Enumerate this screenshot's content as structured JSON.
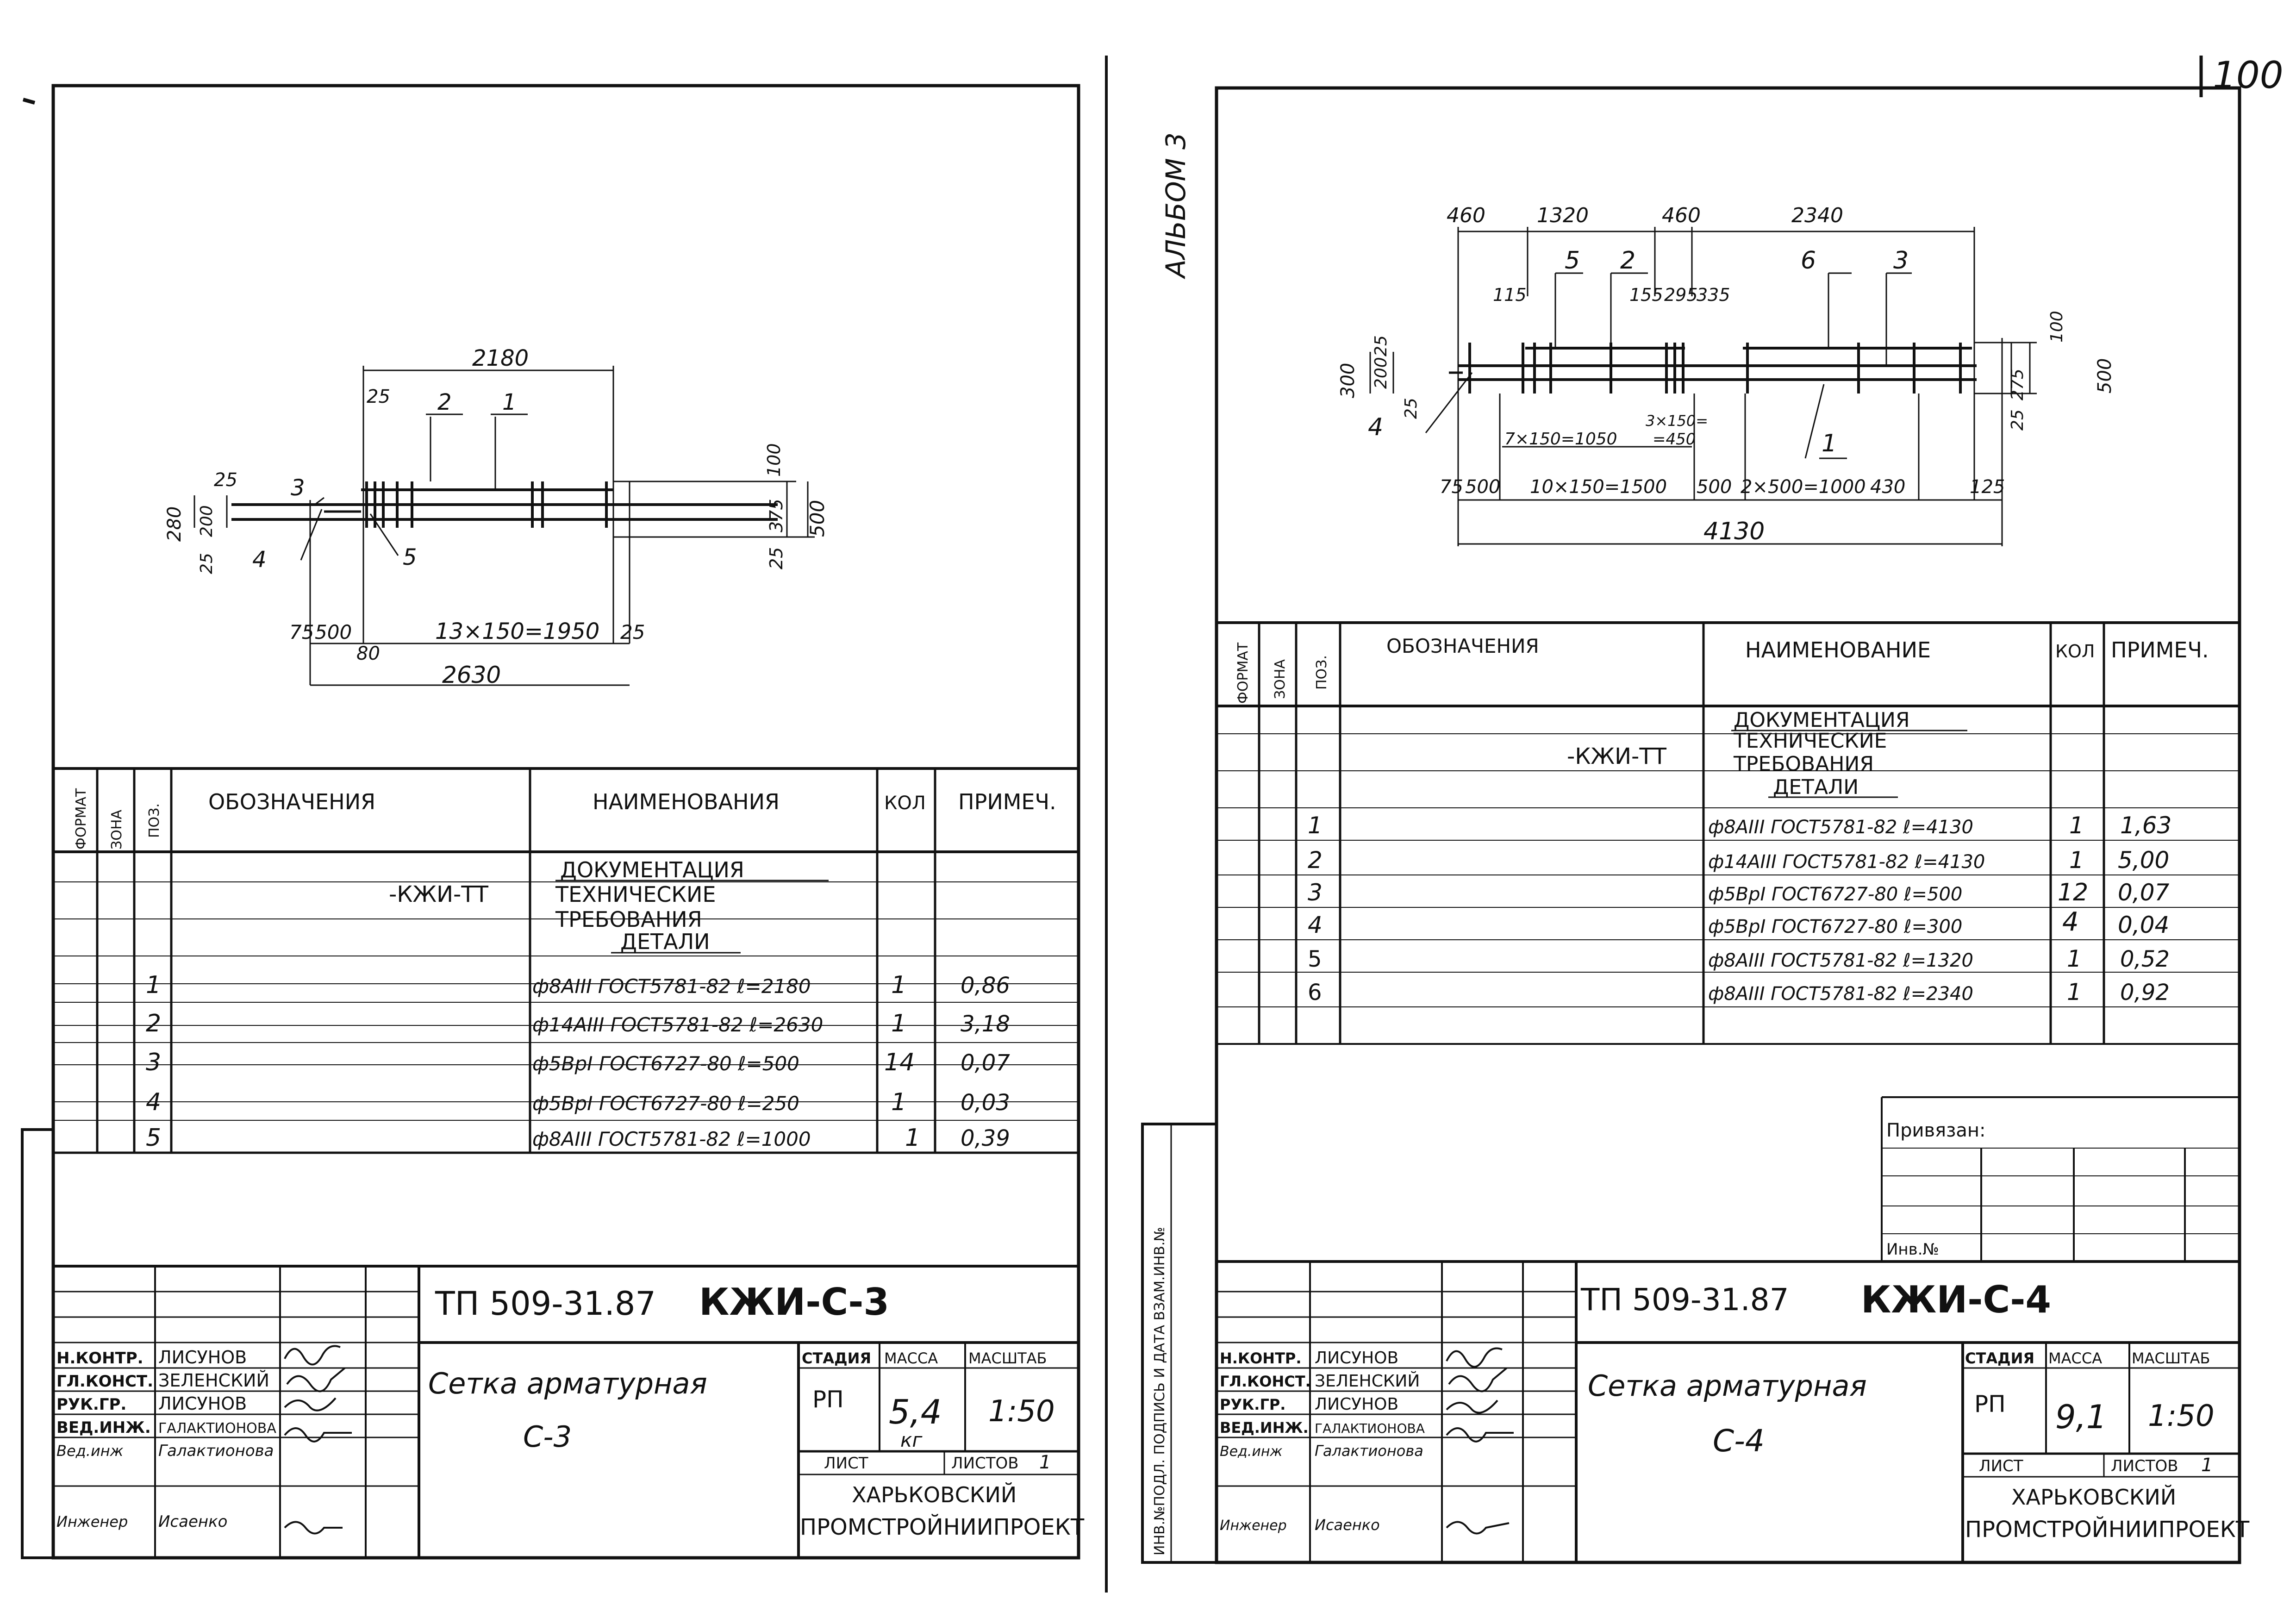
{
  "page_number": "100",
  "side_label": "АЛЬБОМ 3",
  "side_stamp": "ИНВ.№ПОДЛ. ПОДПИСЬ И ДАТА ВЗАМ.ИНВ.№",
  "spec_headers": {
    "format": "ФОРМАТ",
    "zone": "ЗОНА",
    "pos": "ПОЗ.",
    "designation_left": "ОБОЗНАЧЕНИЯ",
    "designation_right": "ОБОЗНАЧЕНИЯ",
    "name_left": "НАИМЕНОВАНИЯ",
    "name_right": "НАИМЕНОВАНИЕ",
    "qty": "КОЛ",
    "note": "ПРИМЕЧ."
  },
  "doc_section": {
    "documentation": "ДОКУМЕНТАЦИЯ",
    "designation": "-КЖИ-ТТ",
    "tech1": "ТЕХНИЧЕСКИЕ",
    "tech2": "ТРЕБОВАНИЯ",
    "details": "ДЕТАЛИ"
  },
  "sheet_left": {
    "dims": {
      "top": "2180",
      "d25a": "25",
      "d25b": "25",
      "d25c": "25",
      "h280": "280",
      "h200": "200",
      "h25": "25",
      "r100": "100",
      "r375": "375",
      "r25": "25",
      "r500": "500",
      "b75": "75",
      "b500": "500",
      "b80": "80",
      "b13": "13×150=1950",
      "b25": "25",
      "total": "2630"
    },
    "callouts": {
      "p1": "1",
      "p2": "2",
      "p3": "3",
      "p4": "4",
      "p5": "5"
    },
    "rows": [
      {
        "pos": "1",
        "name": "ф8АIII ГОСТ5781-82  ℓ=2180",
        "qty": "1",
        "note": "0,86"
      },
      {
        "pos": "2",
        "name": "ф14АIII ГОСТ5781-82  ℓ=2630",
        "qty": "1",
        "note": "3,18"
      },
      {
        "pos": "3",
        "name": "ф5ВрI ГОСТ6727-80  ℓ=500",
        "qty": "14",
        "note": "0,07"
      },
      {
        "pos": "4",
        "name": "ф5ВрI ГОСТ6727-80  ℓ=250",
        "qty": "1",
        "note": "0,03"
      },
      {
        "pos": "5",
        "name": "ф8АIII ГОСТ5781-82  ℓ=1000",
        "qty": "1",
        "note": "0,39"
      }
    ],
    "title_block": {
      "code": "ТП 509-31.87",
      "sheet_mark": "КЖИ-С-3",
      "name1": "Сетка арматурная",
      "name2": "С-3",
      "stage_label": "СТАДИЯ",
      "mass_label": "МАССА",
      "scale_label": "МАСШТАБ",
      "stage": "РП",
      "mass": "5,4",
      "mass_unit": "кг",
      "scale": "1:50",
      "sheet_label": "ЛИСТ",
      "sheets_label": "ЛИСТОВ",
      "sheets_count": "1",
      "org1": "ХАРЬКОВСКИЙ",
      "org2": "ПРОМСТРОЙНИИПРОЕКТ",
      "roles": [
        {
          "role": "Н.КОНТР.",
          "name": "ЛИСУНОВ"
        },
        {
          "role": "ГЛ.КОНСТ.",
          "name": "ЗЕЛЕНСКИЙ"
        },
        {
          "role": "РУК.ГР.",
          "name": "ЛИСУНОВ"
        },
        {
          "role": "ВЕД.ИНЖ.",
          "name": "ГАЛАКТИОНОВА"
        },
        {
          "role": "Вед.инж",
          "name": "Галактионова"
        },
        {
          "role": "Инженер",
          "name": "Исаенко"
        }
      ]
    }
  },
  "sheet_right": {
    "dims": {
      "t460a": "460",
      "t1320": "1320",
      "t460b": "460",
      "t2340": "2340",
      "s115": "115",
      "s155": "155",
      "s295": "295",
      "s335": "335",
      "h300": "300",
      "h25a": "25",
      "h200": "200",
      "h25b": "25",
      "r100": "100",
      "r275": "275",
      "r25": "25",
      "r500": "500",
      "m7": "7×150=1050",
      "m3": "3×150=",
      "m450": "=450",
      "b75": "75",
      "b500": "500",
      "b10": "10×150=1500",
      "b500b": "500",
      "b2": "2×500=1000",
      "b430": "430",
      "b125": "125",
      "total": "4130"
    },
    "callouts": {
      "p1": "1",
      "p2": "2",
      "p3": "3",
      "p4": "4",
      "p5": "5",
      "p6": "6"
    },
    "rows": [
      {
        "pos": "1",
        "name": "ф8АIII ГОСТ5781-82  ℓ=4130",
        "qty": "1",
        "note": "1,63"
      },
      {
        "pos": "2",
        "name": "ф14АIII ГОСТ5781-82  ℓ=4130",
        "qty": "1",
        "note": "5,00"
      },
      {
        "pos": "3",
        "name": "ф5ВрI ГОСТ6727-80  ℓ=500",
        "qty": "12",
        "note": "0,07"
      },
      {
        "pos": "4",
        "name": "ф5ВрI ГОСТ6727-80  ℓ=300",
        "qty": "4",
        "note": "0,04"
      },
      {
        "pos": "5",
        "name": "ф8АIII ГОСТ5781-82  ℓ=1320",
        "qty": "1",
        "note": "0,52"
      },
      {
        "pos": "6",
        "name": "ф8АIII ГОСТ5781-82  ℓ=2340",
        "qty": "1",
        "note": "0,92"
      }
    ],
    "privyazan": "Привязан:",
    "inv_no": "Инв.№",
    "title_block": {
      "code": "ТП 509-31.87",
      "sheet_mark": "КЖИ-С-4",
      "name1": "Сетка арматурная",
      "name2": "С-4",
      "stage_label": "СТАДИЯ",
      "mass_label": "МАССА",
      "scale_label": "МАСШТАБ",
      "stage": "РП",
      "mass": "9,1",
      "scale": "1:50",
      "sheet_label": "ЛИСТ",
      "sheets_label": "ЛИСТОВ",
      "sheets_count": "1",
      "org1": "ХАРЬКОВСКИЙ",
      "org2": "ПРОМСТРОЙНИИПРОЕКТ",
      "roles": [
        {
          "role": "Н.КОНТР.",
          "name": "ЛИСУНОВ"
        },
        {
          "role": "ГЛ.КОНСТ.",
          "name": "ЗЕЛЕНСКИЙ"
        },
        {
          "role": "РУК.ГР.",
          "name": "ЛИСУНОВ"
        },
        {
          "role": "ВЕД.ИНЖ.",
          "name": "ГАЛАКТИОНОВА"
        },
        {
          "role": "Вед.инж",
          "name": "Галактионова"
        },
        {
          "role": "Инженер",
          "name": "Исаенко"
        }
      ]
    }
  }
}
